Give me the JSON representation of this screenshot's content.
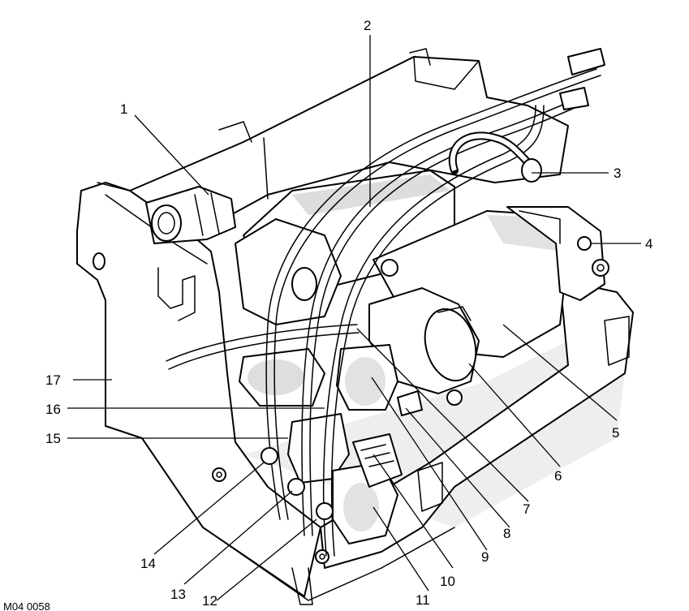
{
  "callouts": [
    {
      "id": 1,
      "label": "1"
    },
    {
      "id": 2,
      "label": "2"
    },
    {
      "id": 3,
      "label": "3"
    },
    {
      "id": 4,
      "label": "4"
    },
    {
      "id": 5,
      "label": "5"
    },
    {
      "id": 6,
      "label": "6"
    },
    {
      "id": 7,
      "label": "7"
    },
    {
      "id": 8,
      "label": "8"
    },
    {
      "id": 9,
      "label": "9"
    },
    {
      "id": 10,
      "label": "10"
    },
    {
      "id": 11,
      "label": "11"
    },
    {
      "id": 12,
      "label": "12"
    },
    {
      "id": 13,
      "label": "13"
    },
    {
      "id": 14,
      "label": "14"
    },
    {
      "id": 15,
      "label": "15"
    },
    {
      "id": 16,
      "label": "16"
    },
    {
      "id": 17,
      "label": "17"
    }
  ],
  "reference_code": "M04 0058"
}
